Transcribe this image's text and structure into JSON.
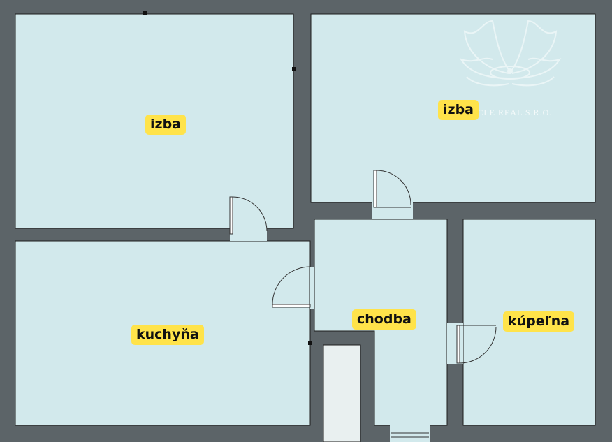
{
  "rooms": {
    "room_top_left": "izba",
    "room_top_right": "izba",
    "kitchen": "kuchyňa",
    "hallway": "chodba",
    "bathroom": "kúpeľna"
  },
  "watermark": {
    "company": "MIRACLE REAL S.R.O."
  },
  "colors": {
    "wall": "#5c6468",
    "floor": "#d2e9ec",
    "label_bg": "#ffe34a",
    "background": "#5b9a63"
  }
}
